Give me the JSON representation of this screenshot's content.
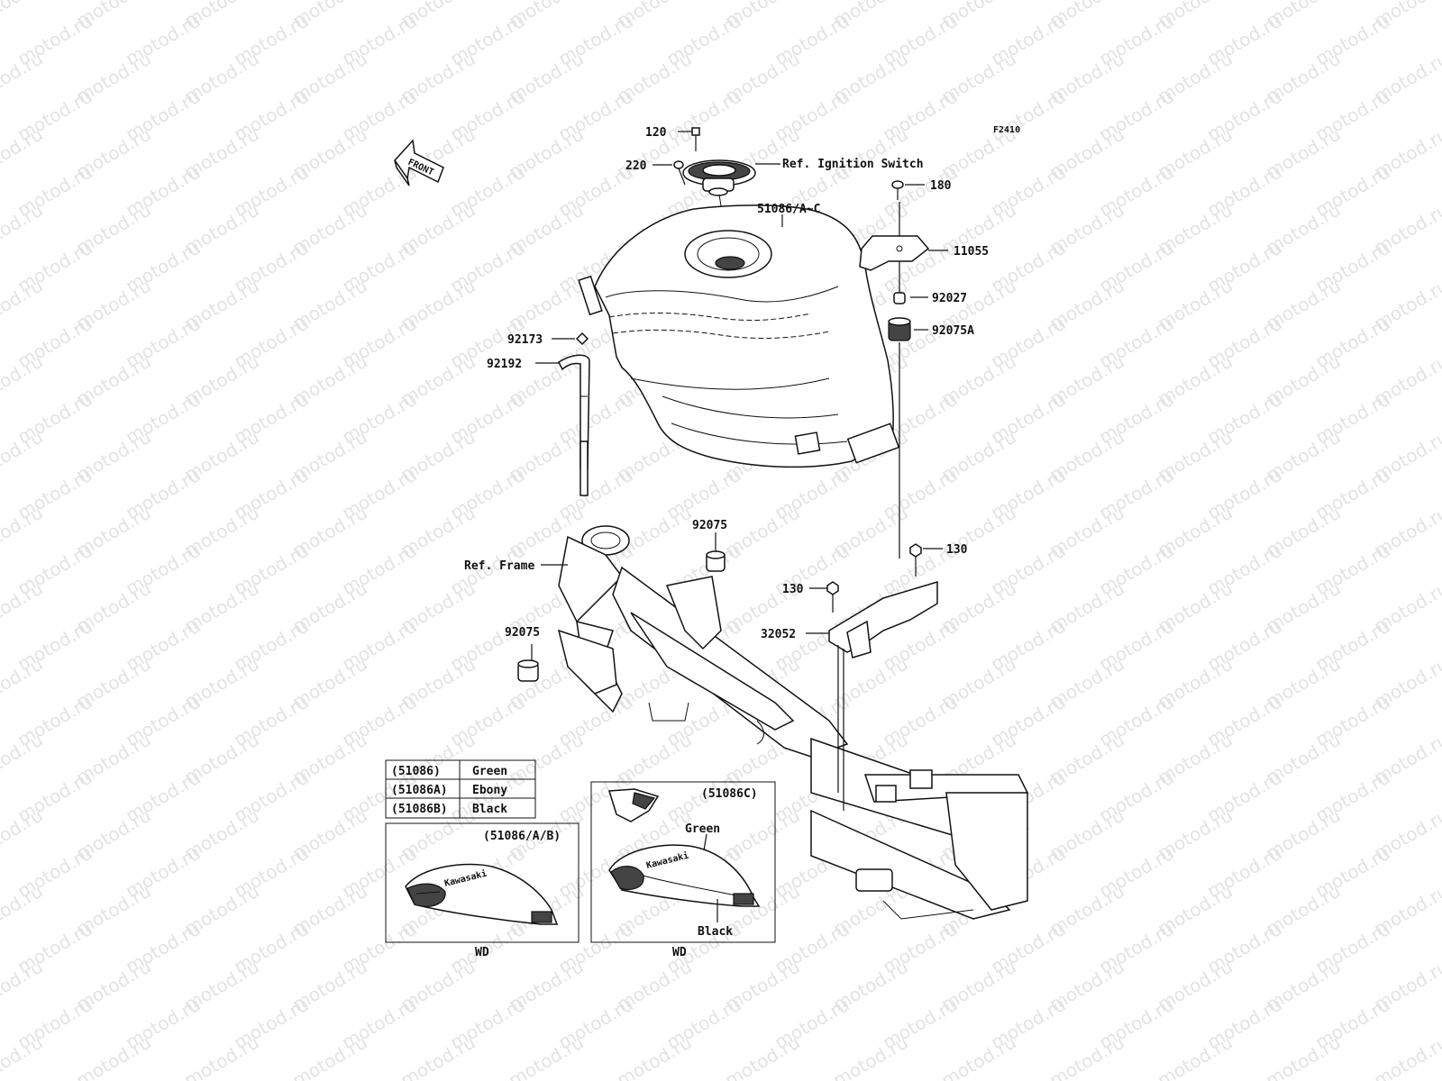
{
  "watermark_text": "motod.ru",
  "figure_code": "F2410",
  "front_label": "FRONT",
  "callouts": {
    "c120": "120",
    "c220": "220",
    "ignition": "Ref. Ignition Switch",
    "c180": "180",
    "c51086": "51086/A~C",
    "c11055": "11055",
    "c92027": "92027",
    "c92075A": "92075A",
    "c92173": "92173",
    "c92192": "92192",
    "c92075_top": "92075",
    "frame": "Ref. Frame",
    "c92075_left": "92075",
    "c130_right": "130",
    "c130_left": "130",
    "c32052": "32052"
  },
  "color_table": [
    {
      "code": "(51086)",
      "color": "Green"
    },
    {
      "code": "(51086A)",
      "color": "Ebony"
    },
    {
      "code": "(51086B)",
      "color": "Black"
    }
  ],
  "inset_left": {
    "title": "(51086/A/B)",
    "caption": "WD",
    "logo": "Kawasaki"
  },
  "inset_right": {
    "title": "(51086C)",
    "caption": "WD",
    "label_green": "Green",
    "label_black": "Black",
    "logo": "Kawasaki"
  }
}
